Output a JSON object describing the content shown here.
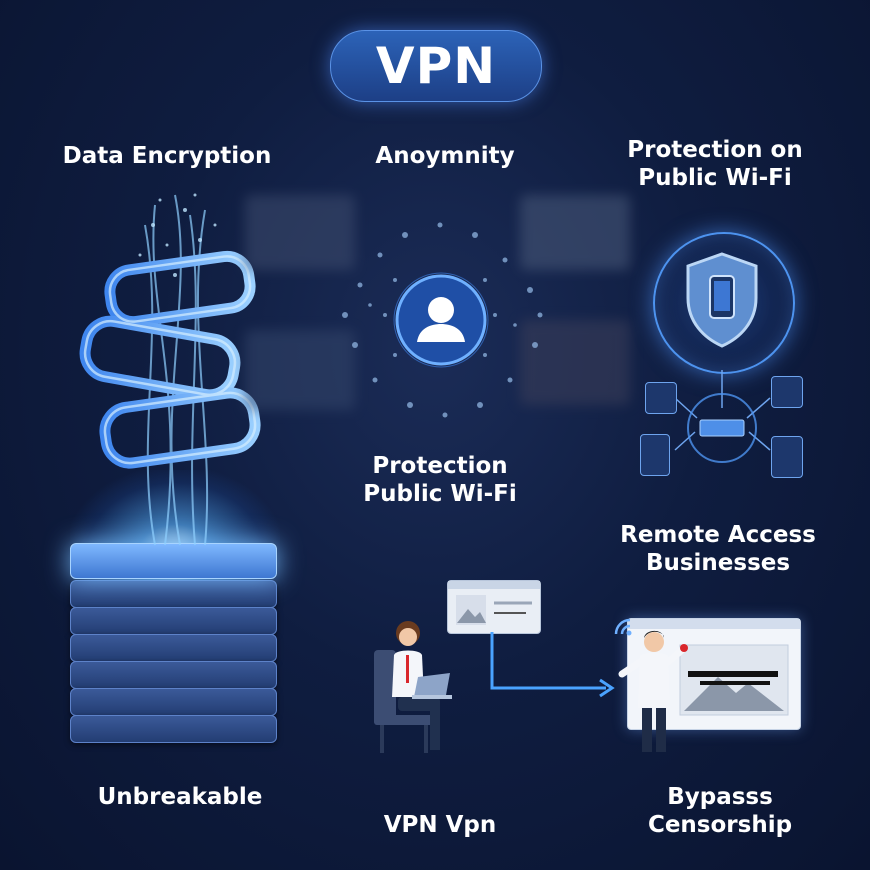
{
  "title": "VPN",
  "labels": {
    "data_encryption": "Data Encryption",
    "anonymity": "Anoymnity",
    "protection_wifi_top_1": "Protection on",
    "protection_wifi_top_2": "Public Wi-Fi",
    "protection_wifi_mid_1": "Protection",
    "protection_wifi_mid_2": "Public Wi-Fi",
    "remote_access_1": "Remote Access",
    "remote_access_2": "Businesses",
    "unbreakable": "Unbreakable",
    "vpn_vpn": "VPN Vpn",
    "bypass_1": "Bypasss",
    "bypass_2": "Censorship"
  },
  "colors": {
    "background": "#0f1d40",
    "accent": "#3a8cff",
    "glow": "#7fc4ff"
  },
  "icons": [
    "encryption-chain-icon",
    "user-avatar-icon",
    "shield-phone-icon",
    "laptop-woman-icon",
    "presenter-man-icon",
    "wifi-icon",
    "arrow-icon"
  ]
}
